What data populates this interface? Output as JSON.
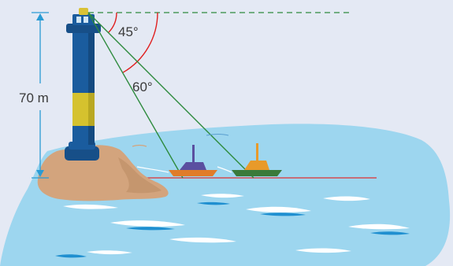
{
  "labels": {
    "height": "70 m",
    "angle_depression_far": "45°",
    "angle_depression_near": "60°"
  },
  "colors": {
    "background": "#e4e9f4",
    "sea": "#9dd6ef",
    "sea_wave": "#ffffff",
    "rock": "#d3a47d",
    "tower": "#1a5c9e",
    "tower_band": "#d5c22e",
    "sight_line": "#2e8b3e",
    "angle_arc": "#e02020",
    "horizontal_line": "#2e8b3e",
    "water_line": "#e03030",
    "boat_near_hull": "#e07c2a",
    "boat_near_cabin": "#5a4fa0",
    "boat_far_hull": "#3a7a3a",
    "boat_far_cabin": "#e89a2a"
  },
  "icons": [
    "lighthouse-icon",
    "boat-icon",
    "rock-icon",
    "height-arrow-icon"
  ]
}
